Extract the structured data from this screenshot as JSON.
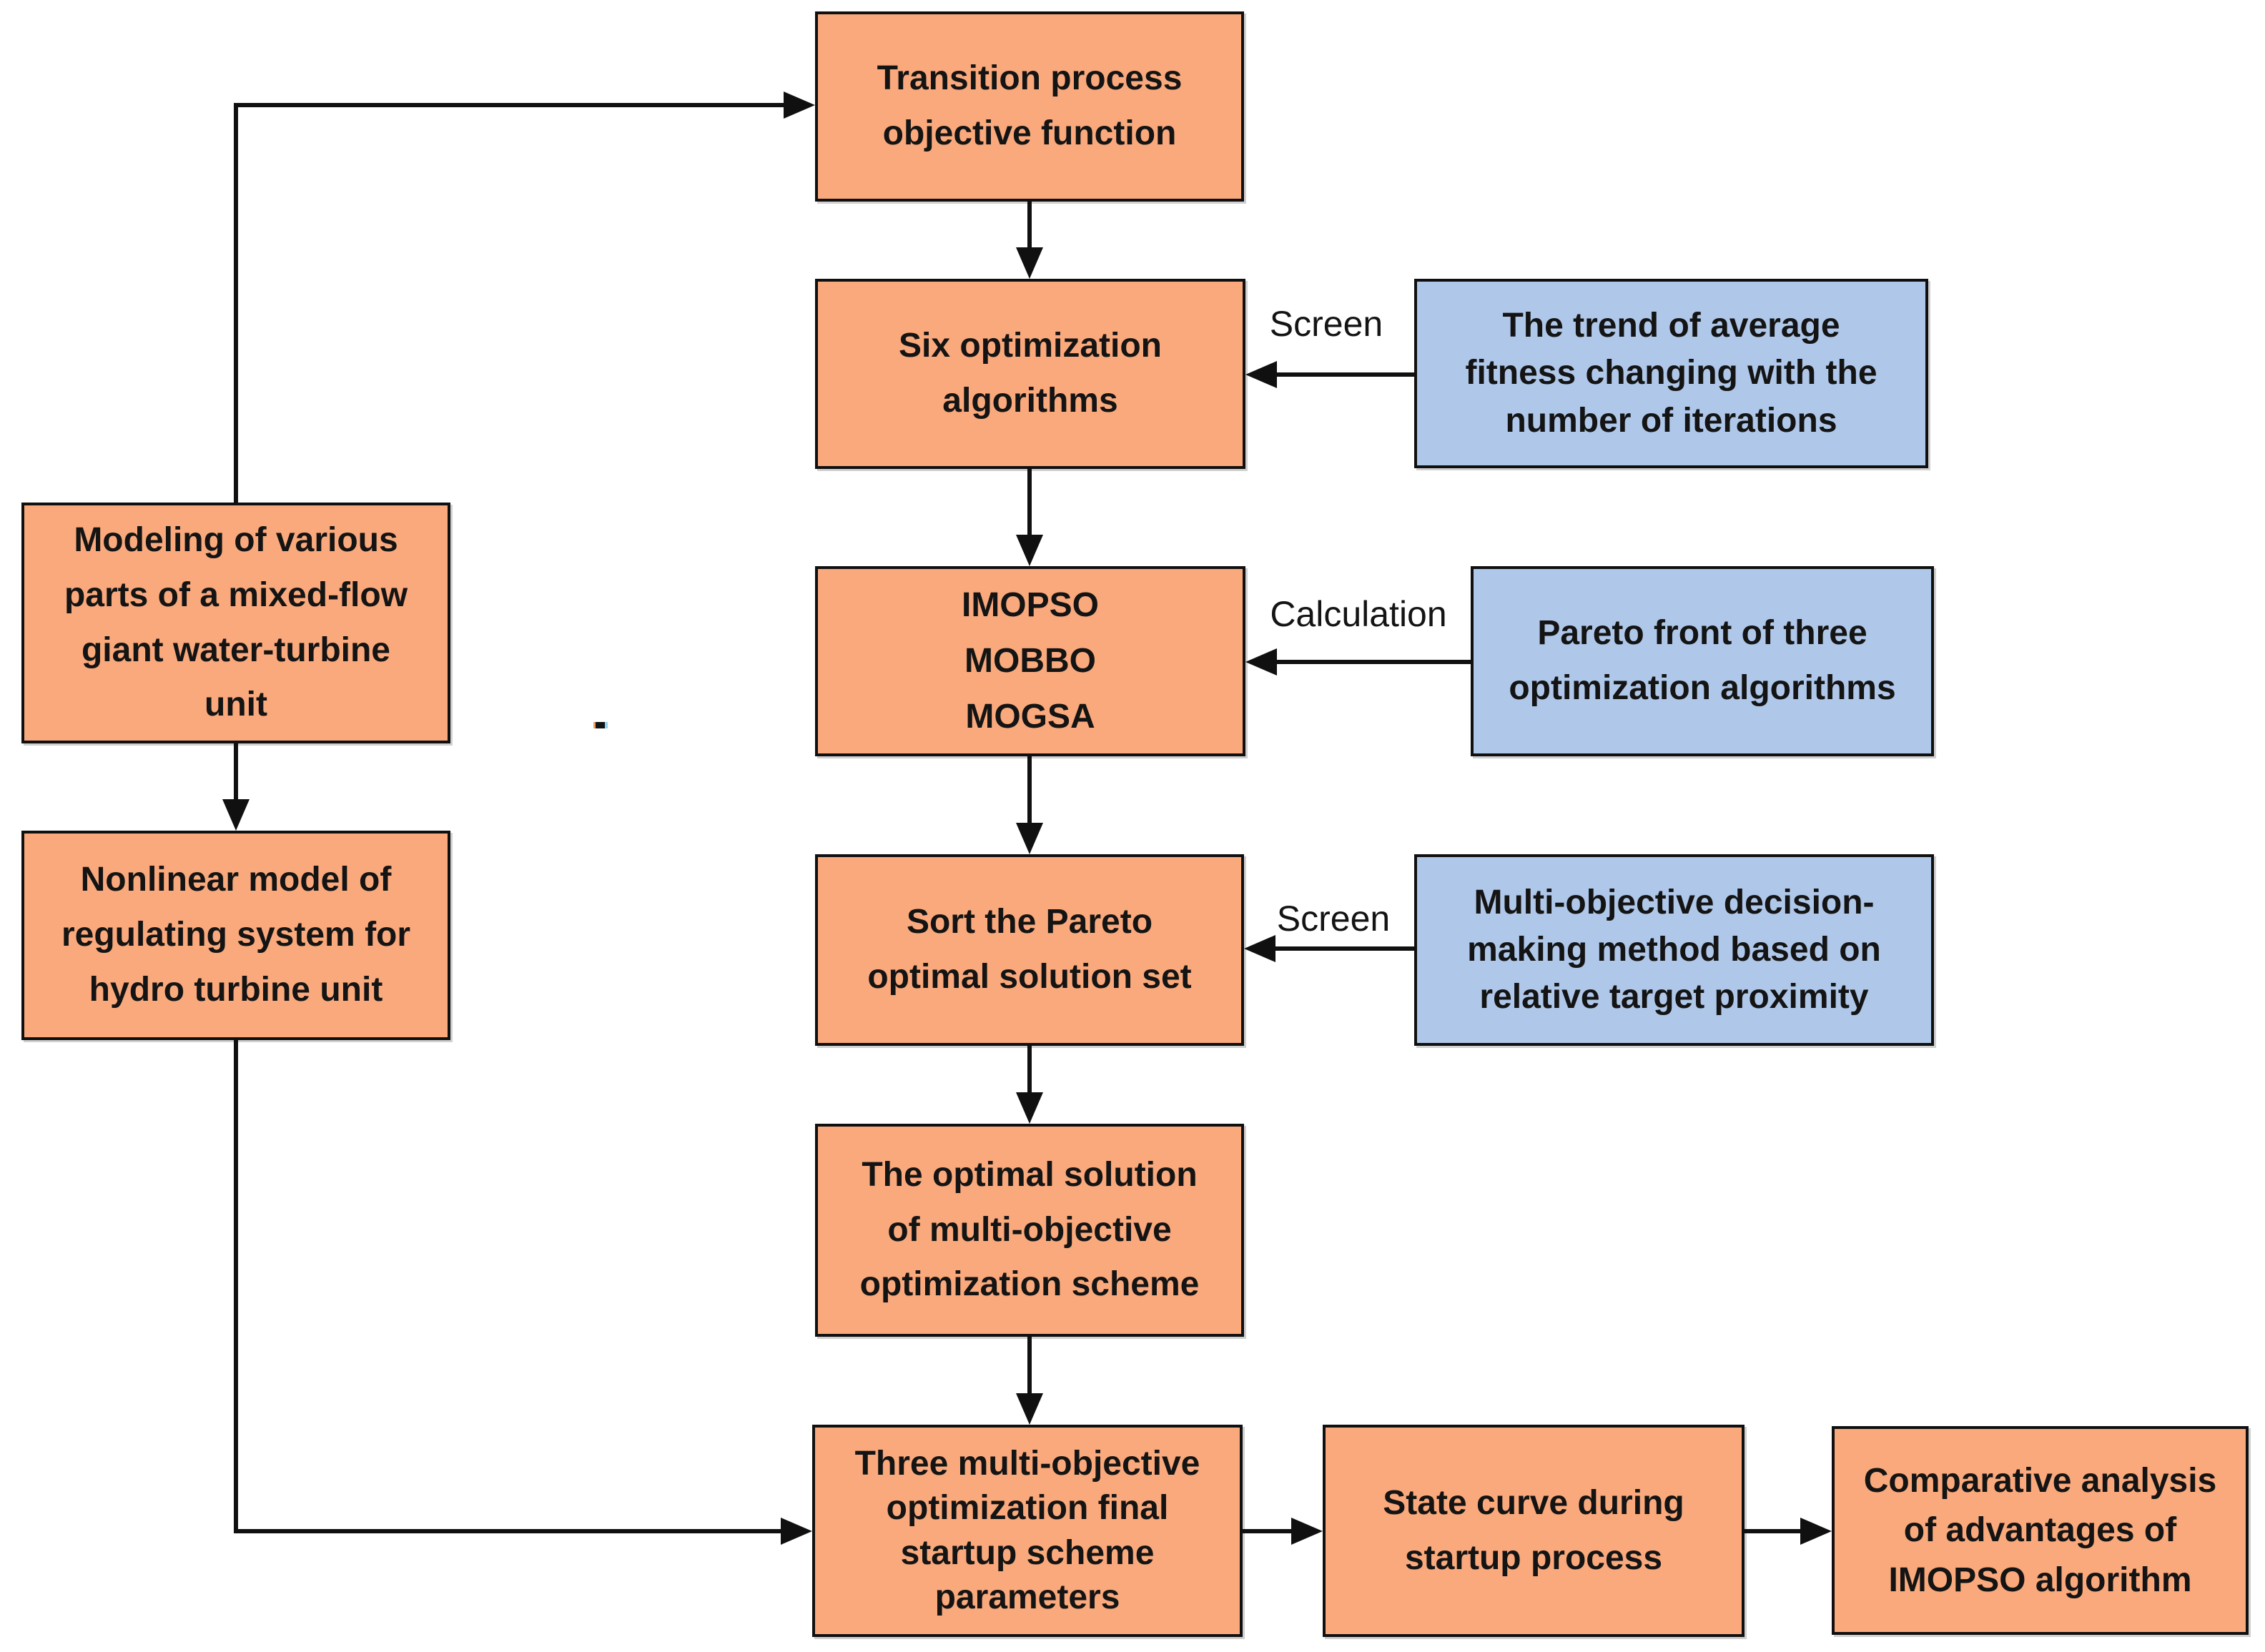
{
  "diagram": {
    "colors": {
      "process_fill": "#F9A97C",
      "reference_fill": "#AFC7E9",
      "border": "#101010",
      "text": "#141414",
      "background": "#FFFFFF"
    },
    "nodes": {
      "transition": {
        "label": "Transition process\nobjective function",
        "type": "process"
      },
      "six_algorithms": {
        "label": "Six optimization\nalgorithms",
        "type": "process"
      },
      "three_algorithms": {
        "label": "IMOPSO\nMOBBO\nMOGSA",
        "type": "process"
      },
      "sort_pareto": {
        "label": "Sort the Pareto\noptimal solution set",
        "type": "process"
      },
      "optimal_solution": {
        "label": "The optimal solution\nof multi-objective\noptimization scheme",
        "type": "process"
      },
      "final_parameters": {
        "label": "Three multi-objective\noptimization final\nstartup scheme\nparameters",
        "type": "process"
      },
      "state_curve": {
        "label": "State curve during\nstartup process",
        "type": "process"
      },
      "comparative": {
        "label": "Comparative analysis\nof advantages of\nIMOPSO algorithm",
        "type": "process"
      },
      "modeling": {
        "label": "Modeling of various\nparts of a mixed-flow\ngiant water-turbine\nunit",
        "type": "process"
      },
      "nonlinear": {
        "label": "Nonlinear model of\nregulating system for\nhydro turbine unit",
        "type": "process"
      },
      "fitness_trend": {
        "label": "The trend of average\nfitness changing with the\nnumber of iterations",
        "type": "reference"
      },
      "pareto_front": {
        "label": "Pareto front of three\noptimization algorithms",
        "type": "reference"
      },
      "decision_method": {
        "label": "Multi-objective decision-\nmaking method based on\nrelative target proximity",
        "type": "reference"
      }
    },
    "edge_labels": {
      "screen_1": "Screen",
      "calculation": "Calculation",
      "screen_2": "Screen"
    }
  }
}
